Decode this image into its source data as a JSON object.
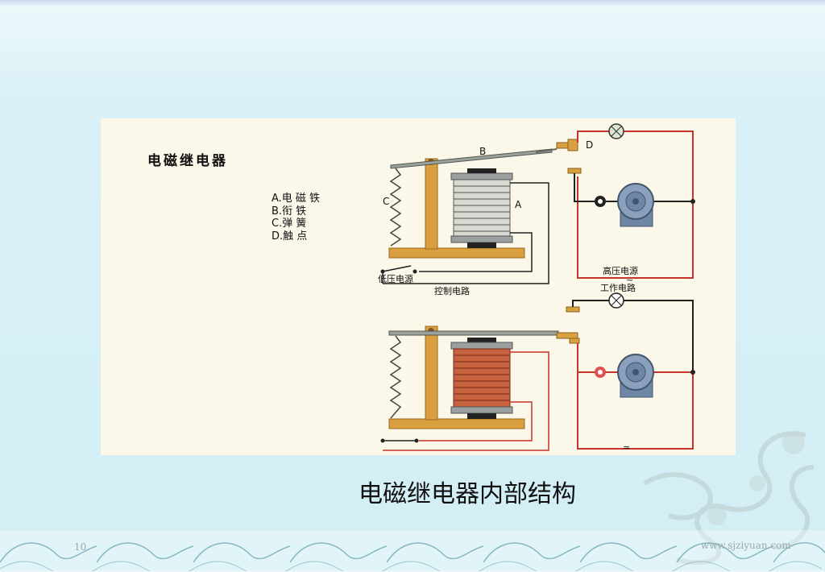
{
  "slide": {
    "title": "电磁继电器",
    "legend": [
      "A.电 磁 铁",
      "B.衔 铁",
      "C.弹 簧",
      "D.触 点"
    ],
    "caption": "电磁继电器内部结构",
    "footer_page": "10",
    "footer_url": "www.sjziyuan.com"
  },
  "diagram": {
    "label_a": "A",
    "label_b": "B",
    "label_c": "C",
    "label_d": "D",
    "low_voltage_source": "低压电源",
    "control_circuit": "控制电路",
    "high_voltage_source": "高压电源",
    "working_circuit": "工作电路",
    "ac_symbol_top": "~",
    "ac_symbol_bottom": "≃"
  },
  "colors": {
    "panel_bg": "#fbf7e9",
    "base_orange": "#d9a040",
    "wire_red": "#c8342c",
    "wire_black": "#222222",
    "coil_grey": "#c9cbc4",
    "coil_copper": "#b8442e",
    "motor_blue": "#6f87a6"
  },
  "icons": [
    "lamp-icon",
    "motor-icon",
    "spring-icon",
    "coil-icon",
    "switch-icon"
  ]
}
